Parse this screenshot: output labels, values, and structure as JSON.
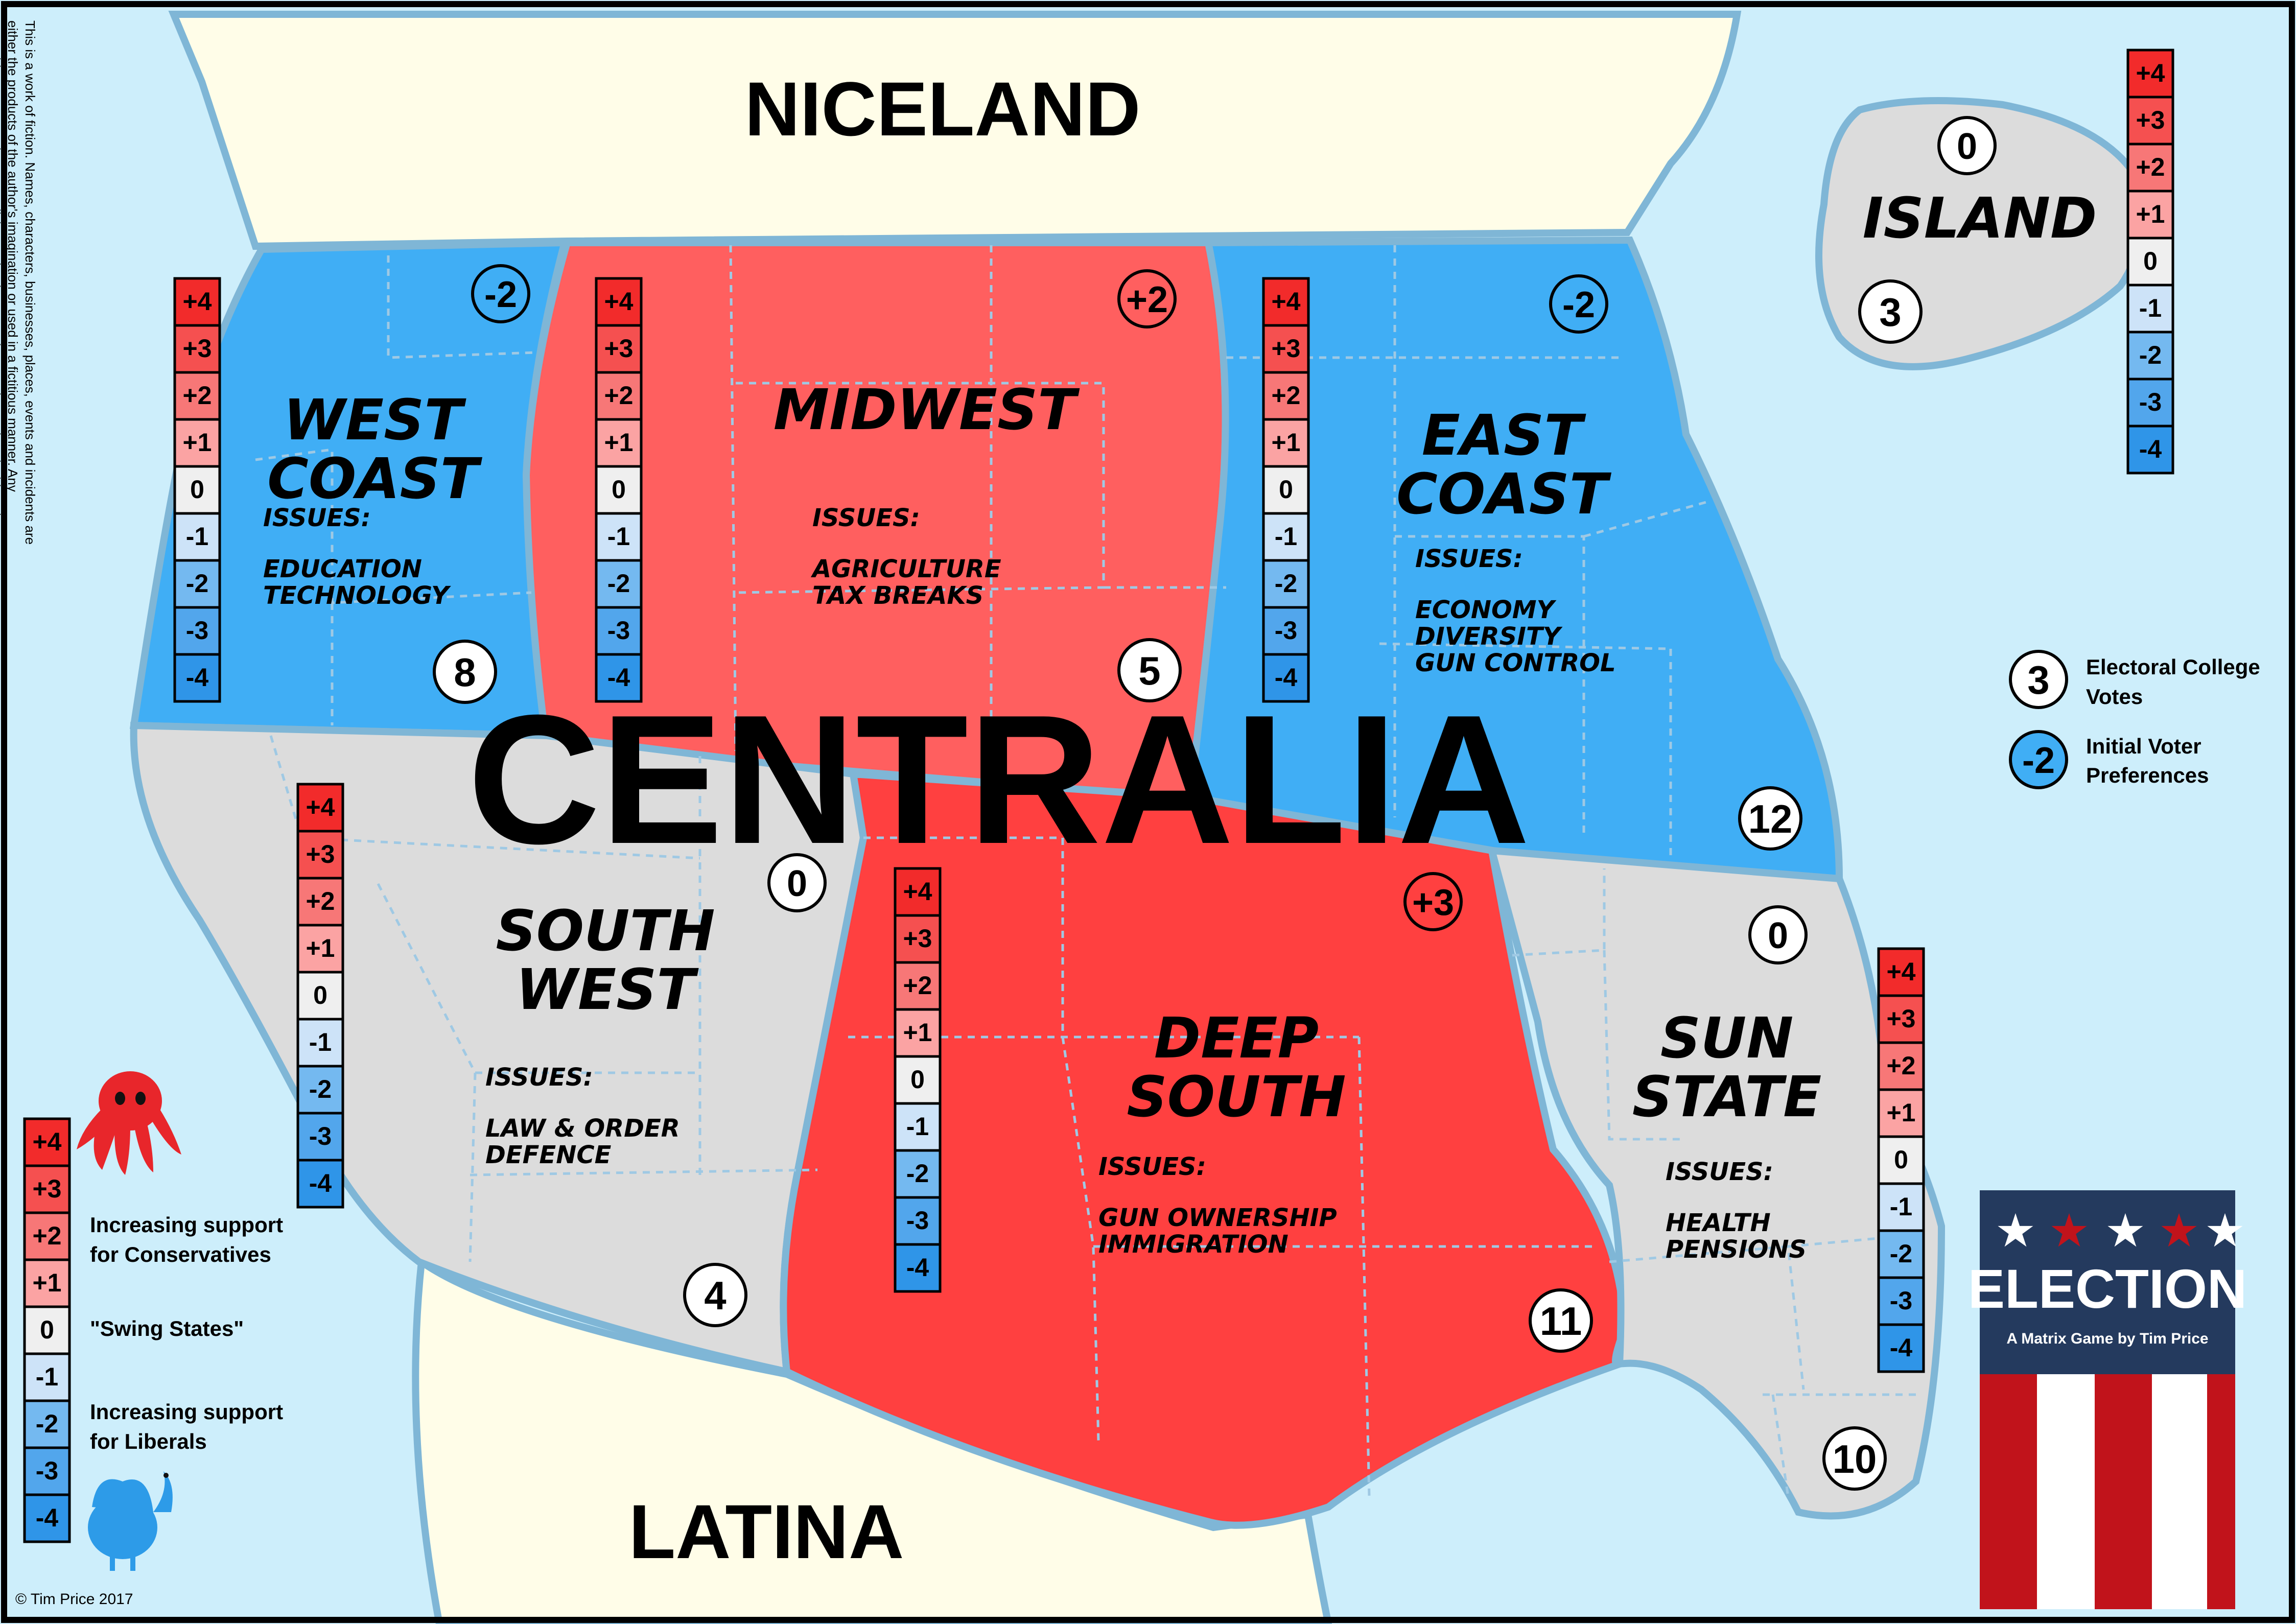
{
  "disclaimer": "This is a work of fiction. Names, characters, businesses, places, events and incidents are either the products of the author's imagination or used in a fictitious manner. Any resemblance to actual persons, living or dead, or actual events is purely coincidental.",
  "map": {
    "country": "CENTRALIA",
    "north_neighbor": "NICELAND",
    "south_neighbor": "LATINA"
  },
  "scale_labels": [
    "+4",
    "+3",
    "+2",
    "+1",
    "0",
    "-1",
    "-2",
    "-3",
    "-4"
  ],
  "colors": {
    "ocean": "#cdeefb",
    "border": "#7fb6d6",
    "neighbor": "#fffde8",
    "red_region": "#ff5f5f",
    "deep_red_region": "#ff4040",
    "blue_region": "#40aef5",
    "grey_region": "#dcdcdc",
    "scale_p4": "#f22b2b",
    "scale_p3": "#f55050",
    "scale_p2": "#f77777",
    "scale_p1": "#fba3a3",
    "scale_0": "#efefef",
    "scale_m1": "#cde3f8",
    "scale_m2": "#74b9f0",
    "scale_m3": "#52a6ec",
    "scale_m4": "#2f95e8",
    "election_navy": "#243a5e",
    "election_red": "#c1131b",
    "octopus": "#e8262b",
    "turkey": "#2d9be8"
  },
  "regions": [
    {
      "id": "west-coast",
      "name_lines": [
        "WEST",
        "COAST"
      ],
      "issues_label": "ISSUES:",
      "issues": [
        "EDUCATION",
        "TECHNOLOGY"
      ],
      "preference": "-2",
      "votes": "8"
    },
    {
      "id": "midwest",
      "name_lines": [
        "MIDWEST"
      ],
      "issues_label": "ISSUES:",
      "issues": [
        "AGRICULTURE",
        "TAX BREAKS"
      ],
      "preference": "+2",
      "votes": "5"
    },
    {
      "id": "east-coast",
      "name_lines": [
        "EAST",
        "COAST"
      ],
      "issues_label": "ISSUES:",
      "issues": [
        "ECONOMY",
        "DIVERSITY",
        "GUN CONTROL"
      ],
      "preference": "-2",
      "votes": "12"
    },
    {
      "id": "island",
      "name_lines": [
        "ISLAND"
      ],
      "preference": "0",
      "votes": "3"
    },
    {
      "id": "south-west",
      "name_lines": [
        "SOUTH",
        "WEST"
      ],
      "issues_label": "ISSUES:",
      "issues": [
        "LAW & ORDER",
        "DEFENCE"
      ],
      "preference": "0",
      "votes": "4"
    },
    {
      "id": "deep-south",
      "name_lines": [
        "DEEP",
        "SOUTH"
      ],
      "issues_label": "ISSUES:",
      "issues": [
        "GUN OWNERSHIP",
        "IMMIGRATION"
      ],
      "preference": "+3",
      "votes": "11"
    },
    {
      "id": "sun-state",
      "name_lines": [
        "SUN",
        "STATE"
      ],
      "issues_label": "ISSUES:",
      "issues": [
        "HEALTH",
        "PENSIONS"
      ],
      "preference": "0",
      "votes": "10"
    }
  ],
  "key": {
    "votes_sample": "3",
    "votes_label": [
      "Electoral College",
      "Votes"
    ],
    "pref_sample": "-2",
    "pref_label": [
      "Initial Voter",
      "Preferences"
    ]
  },
  "legend": {
    "conservatives": [
      "Increasing support",
      "for Conservatives"
    ],
    "swing": "\"Swing States\"",
    "liberals": [
      "Increasing support",
      "for Liberals"
    ]
  },
  "logo": {
    "title": "ELECTION",
    "subtitle": "A Matrix Game by Tim Price"
  },
  "copyright": "© Tim Price 2017"
}
